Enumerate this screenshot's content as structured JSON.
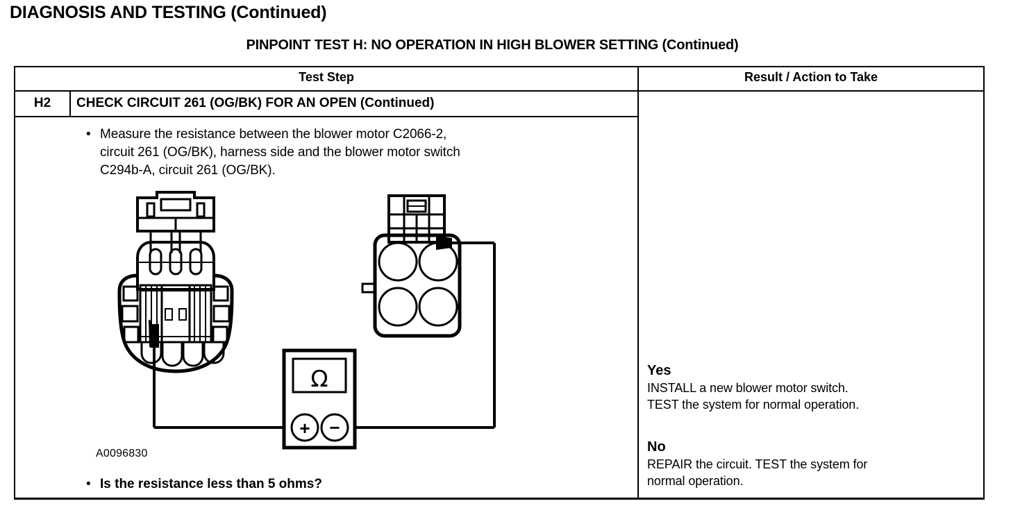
{
  "document": {
    "title": "DIAGNOSIS AND TESTING (Continued)",
    "subtitle": "PINPOINT TEST  H: NO OPERATION IN HIGH BLOWER SETTING (Continued)"
  },
  "table": {
    "headers": {
      "test_step": "Test Step",
      "result_action": "Result / Action to Take"
    },
    "step": {
      "id": "H2",
      "title": "CHECK CIRCUIT 261 (OG/BK) FOR AN OPEN (Continued)",
      "bullet_marker": "•",
      "instruction_lines": [
        "Measure the resistance between the blower motor C2066-2,",
        "circuit 261 (OG/BK), harness side and the blower motor switch",
        "C294b-A, circuit 261 (OG/BK)."
      ],
      "figure_id": "A0096830",
      "question": "Is the resistance less than 5 ohms?"
    },
    "results": [
      {
        "label": "Yes",
        "lines": [
          "INSTALL a new blower motor switch.",
          "TEST the system for normal operation."
        ]
      },
      {
        "label": "No",
        "lines": [
          "REPAIR the circuit. TEST the system for",
          "normal operation."
        ]
      }
    ]
  },
  "diagram": {
    "meter_symbol": "Ω",
    "meter_positive": "+",
    "meter_negative": "−",
    "left_connector_name": "blower-motor-connector-C2066-2",
    "right_connector_name": "blower-motor-switch-connector-C294b-A"
  },
  "colors": {
    "ink": "#000000",
    "paper": "#ffffff"
  }
}
